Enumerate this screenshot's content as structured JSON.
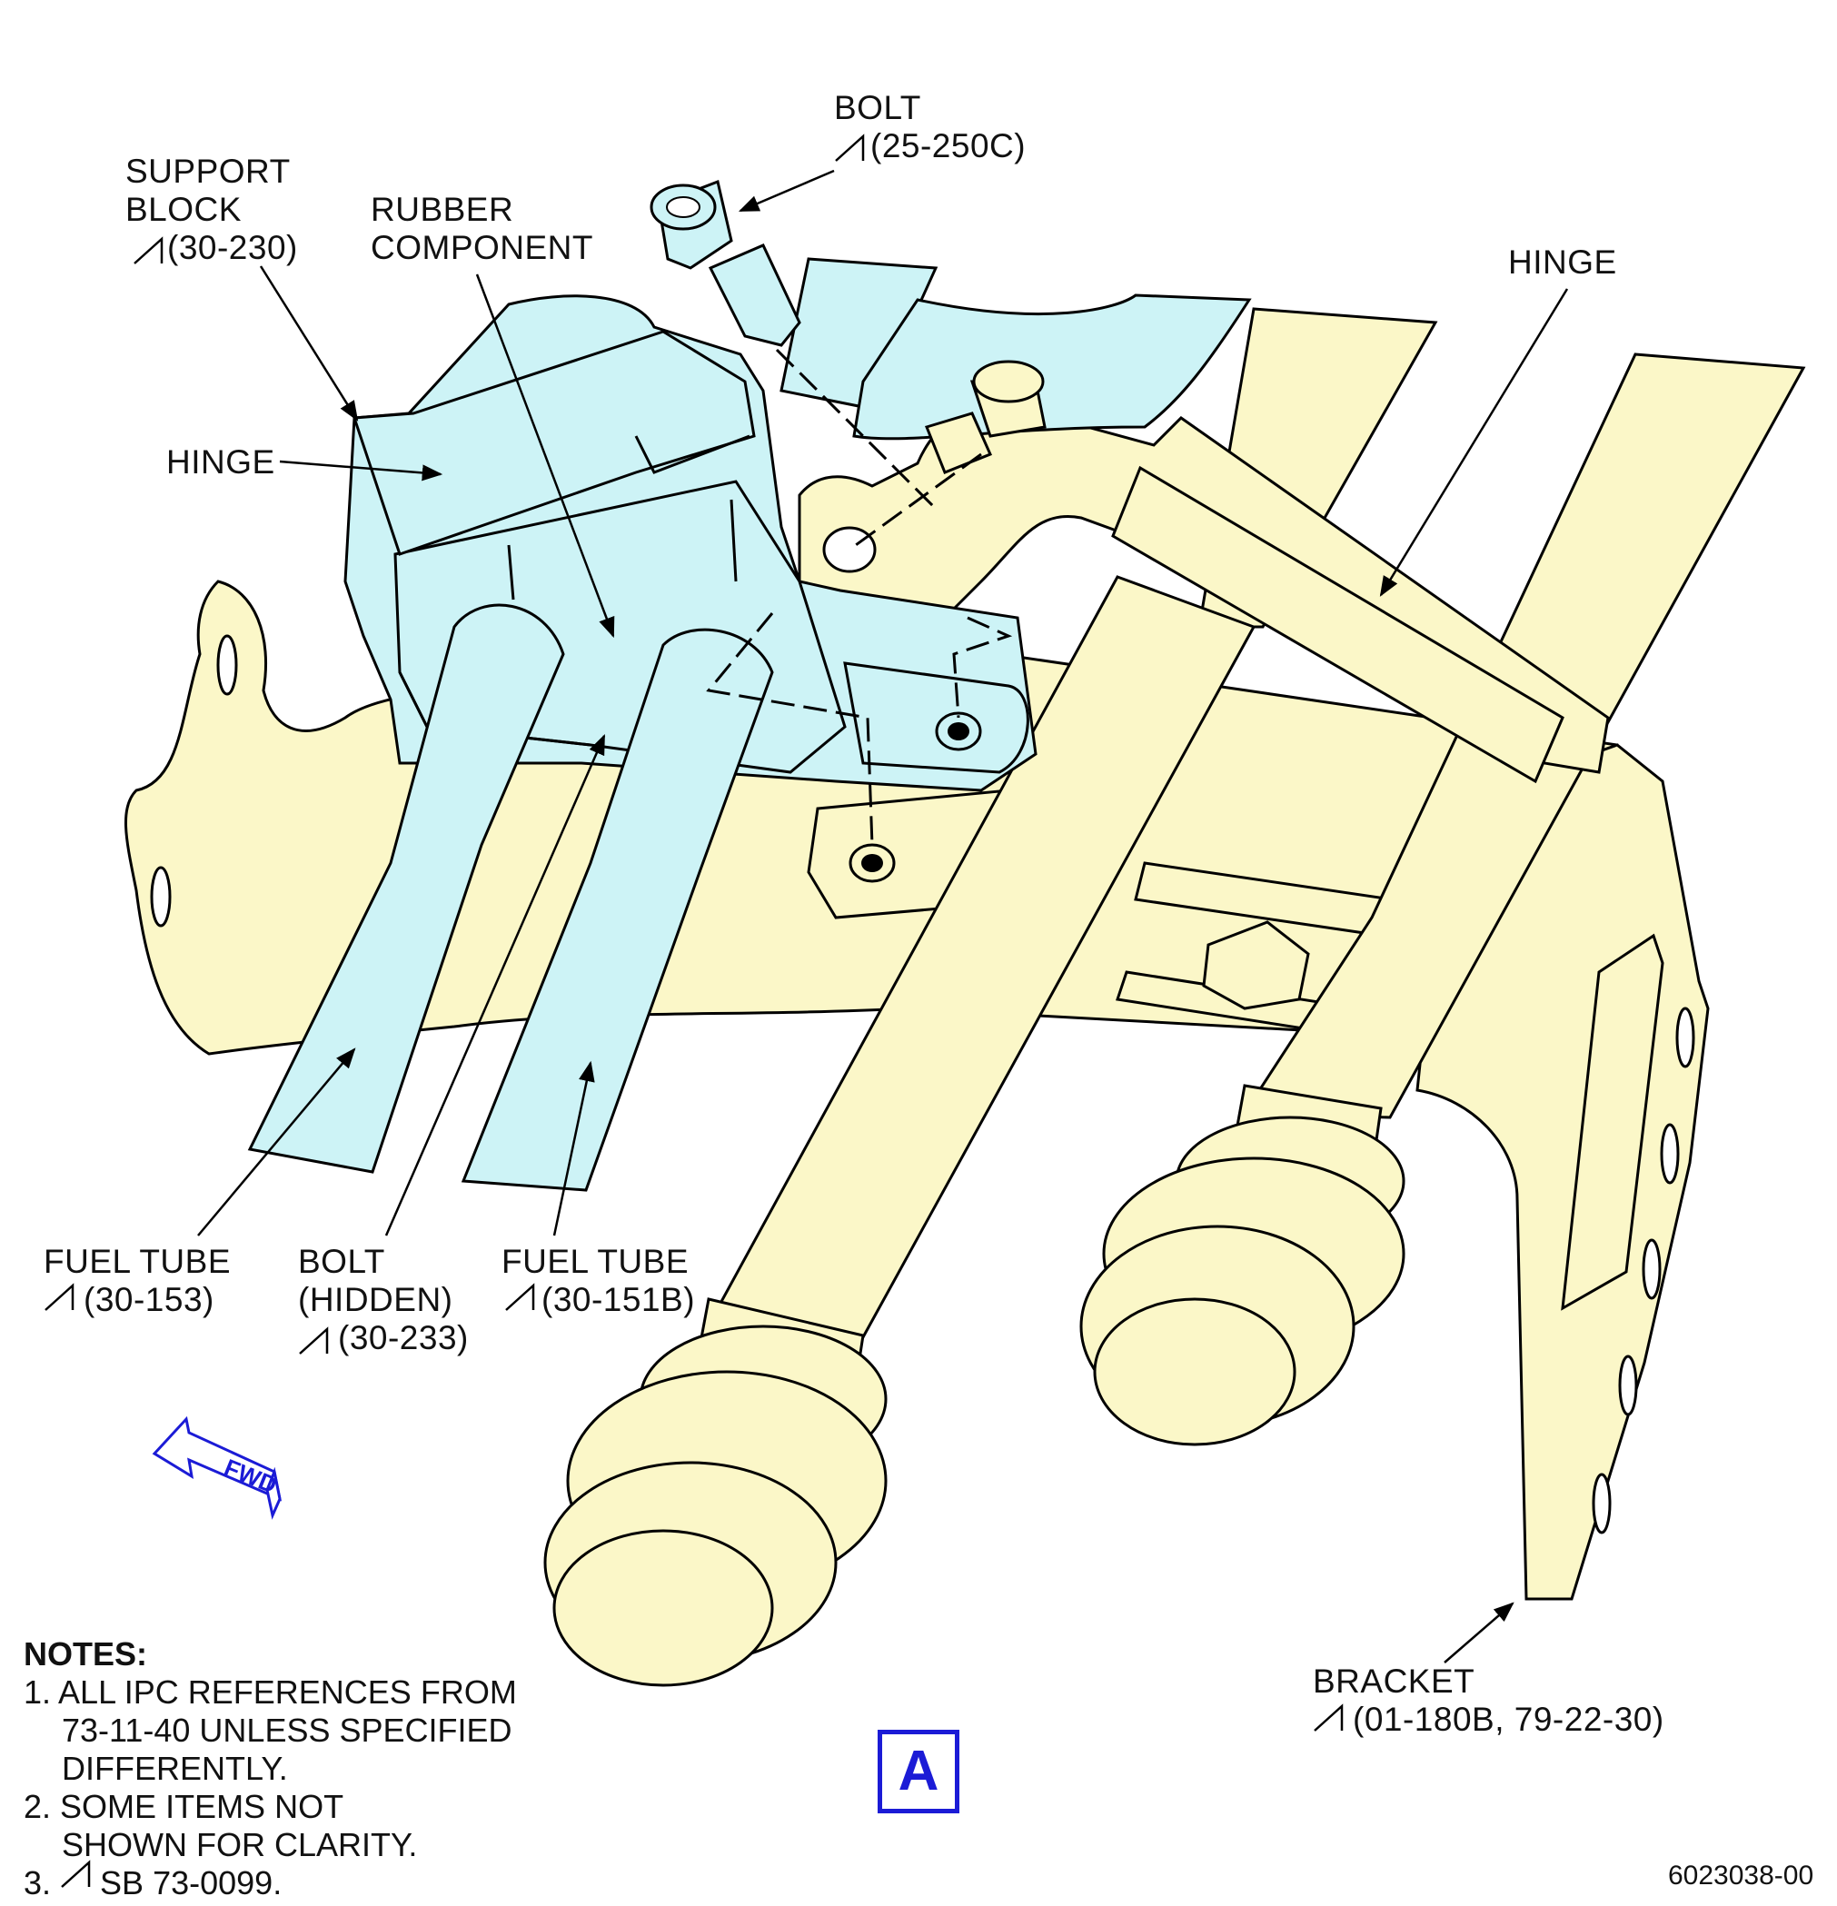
{
  "labels": {
    "bolt_top": {
      "name": "BOLT",
      "ref": "(25-250C)"
    },
    "support_block": {
      "line1": "SUPPORT",
      "line2": "BLOCK",
      "ref": "(30-230)"
    },
    "rubber_component": {
      "line1": "RUBBER",
      "line2": "COMPONENT"
    },
    "hinge_left": "HINGE",
    "hinge_right": "HINGE",
    "fuel_tube_left": {
      "name": "FUEL TUBE",
      "ref": "(30-153)"
    },
    "bolt_hidden": {
      "line1": "BOLT",
      "line2": "(HIDDEN)",
      "ref": "(30-233)"
    },
    "fuel_tube_right": {
      "name": "FUEL TUBE",
      "ref": "(30-151B)"
    },
    "bracket": {
      "name": "BRACKET",
      "ref": "(01-180B, 79-22-30)"
    }
  },
  "fwd_label": "FWD",
  "view_letter": "A",
  "figure_id": "6023038-00",
  "notes": {
    "title": "NOTES:",
    "items": [
      {
        "num": "1.",
        "lines": [
          "ALL IPC REFERENCES FROM",
          "73-11-40 UNLESS SPECIFIED",
          "DIFFERENTLY."
        ]
      },
      {
        "num": "2.",
        "lines": [
          "SOME ITEMS NOT",
          "SHOWN FOR CLARITY."
        ]
      },
      {
        "num": "3.",
        "lines": [
          "SB 73-0099."
        ]
      }
    ]
  },
  "colors": {
    "blue_parts": "#cdf3f6",
    "yellow_parts": "#fbf7c8",
    "outline": "#000000",
    "accent": "#1b1bd6"
  }
}
